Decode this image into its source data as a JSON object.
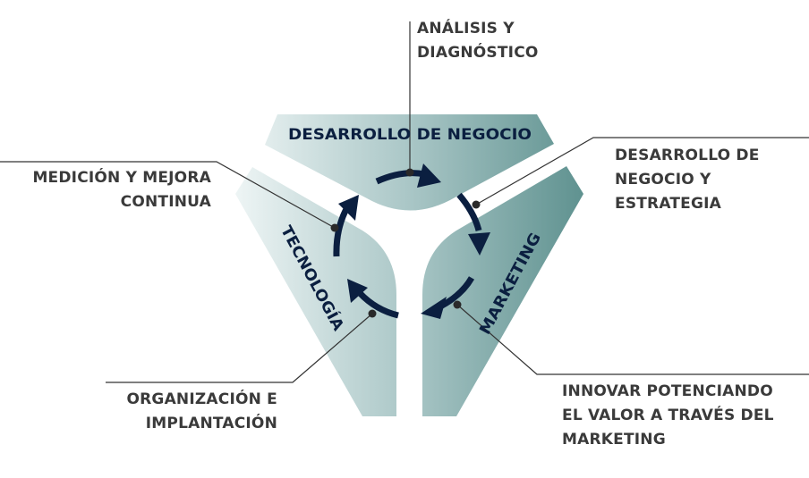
{
  "segments": {
    "top": "DESARROLLO DE NEGOCIO",
    "left": "TECNOLOGÍA",
    "right": "MARKETING"
  },
  "labels": {
    "analisis": [
      "ANÁLISIS Y",
      "DIAGNÓSTICO"
    ],
    "estrategia": [
      "DESARROLLO DE",
      "NEGOCIO Y",
      "ESTRATEGIA"
    ],
    "innovar": [
      "INNOVAR POTENCIANDO",
      "EL VALOR A TRAVÉS DEL",
      "MARKETING"
    ],
    "organizacion": [
      "ORGANIZACIÓN E",
      "IMPLANTACIÓN"
    ],
    "medicion": [
      "MEDICIÓN Y MEJORA",
      "CONTINUA"
    ]
  },
  "colors": {
    "navy": "#0b1f40",
    "teal_dark": "#5e918f",
    "teal_light": "#eaf2f2",
    "text": "#3a3a3a"
  }
}
